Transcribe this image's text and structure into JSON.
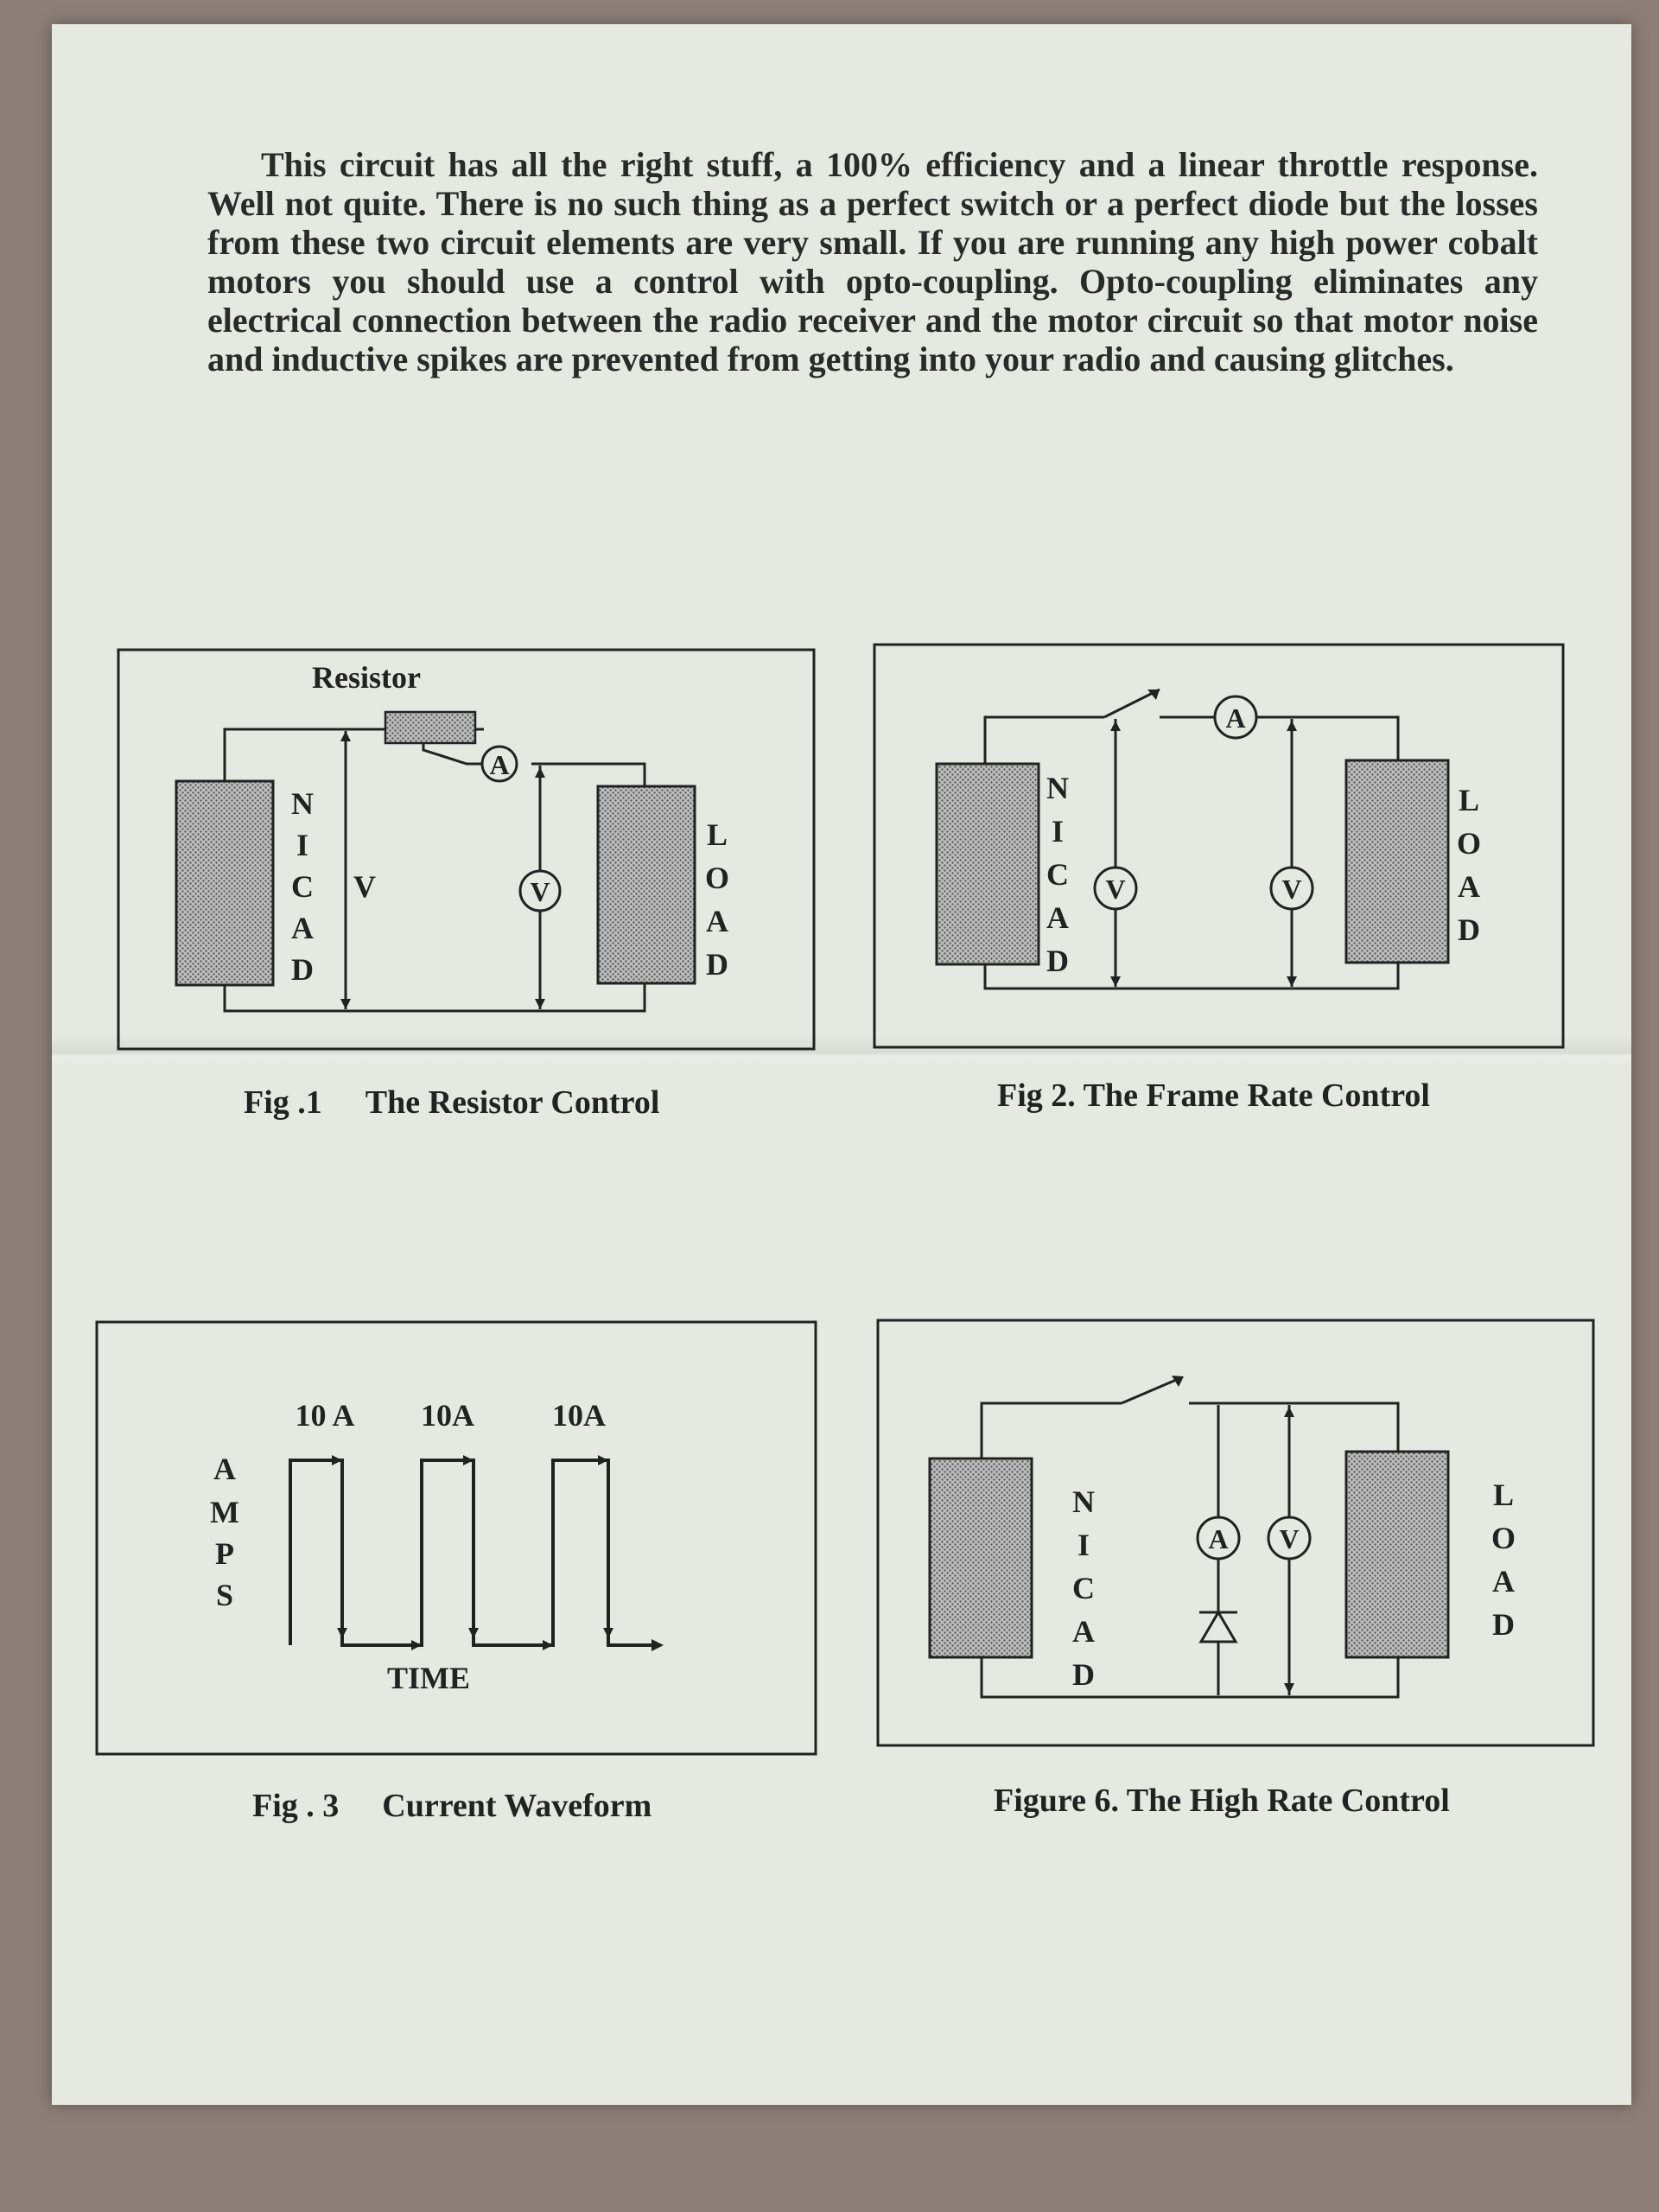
{
  "intro_text": "This circuit has all the right stuff, a 100% efficiency and a linear throttle response. Well not quite. There is no such thing as a perfect switch or a perfect diode but the losses from these two circuit elements are very small. If you are running any high power cobalt motors you should use a control with opto-coupling. Opto-coupling eliminates any electrical connection between the radio receiver and the motor circuit so that motor noise and inductive spikes are prevented from getting into your radio and causing glitches.",
  "fig1": {
    "resistor_label": "Resistor",
    "ammeter": "A",
    "voltmeter": "V",
    "battery_letters": [
      "N",
      "I",
      "C",
      "A",
      "D"
    ],
    "voltage_label": "V",
    "load_letters": [
      "L",
      "O",
      "A",
      "D"
    ],
    "caption_number": "Fig .1",
    "caption_title": "The Resistor Control"
  },
  "fig2": {
    "ammeter": "A",
    "voltmeter_left": "V",
    "voltmeter_right": "V",
    "battery_letters": [
      "N",
      "I",
      "C",
      "A",
      "D"
    ],
    "load_letters": [
      "L",
      "O",
      "A",
      "D"
    ],
    "caption": "Fig 2. The Frame Rate Control"
  },
  "fig3": {
    "pulse_labels": [
      "10 A",
      "10A",
      "10A"
    ],
    "y_letters": [
      "A",
      "M",
      "P",
      "S"
    ],
    "x_label": "TIME",
    "caption_number": "Fig . 3",
    "caption_title": "Current Waveform"
  },
  "fig6": {
    "ammeter": "A",
    "voltmeter": "V",
    "battery_letters": [
      "N",
      "I",
      "C",
      "A",
      "D"
    ],
    "load_letters": [
      "L",
      "O",
      "A",
      "D"
    ],
    "caption": "Figure 6. The High Rate Control"
  }
}
